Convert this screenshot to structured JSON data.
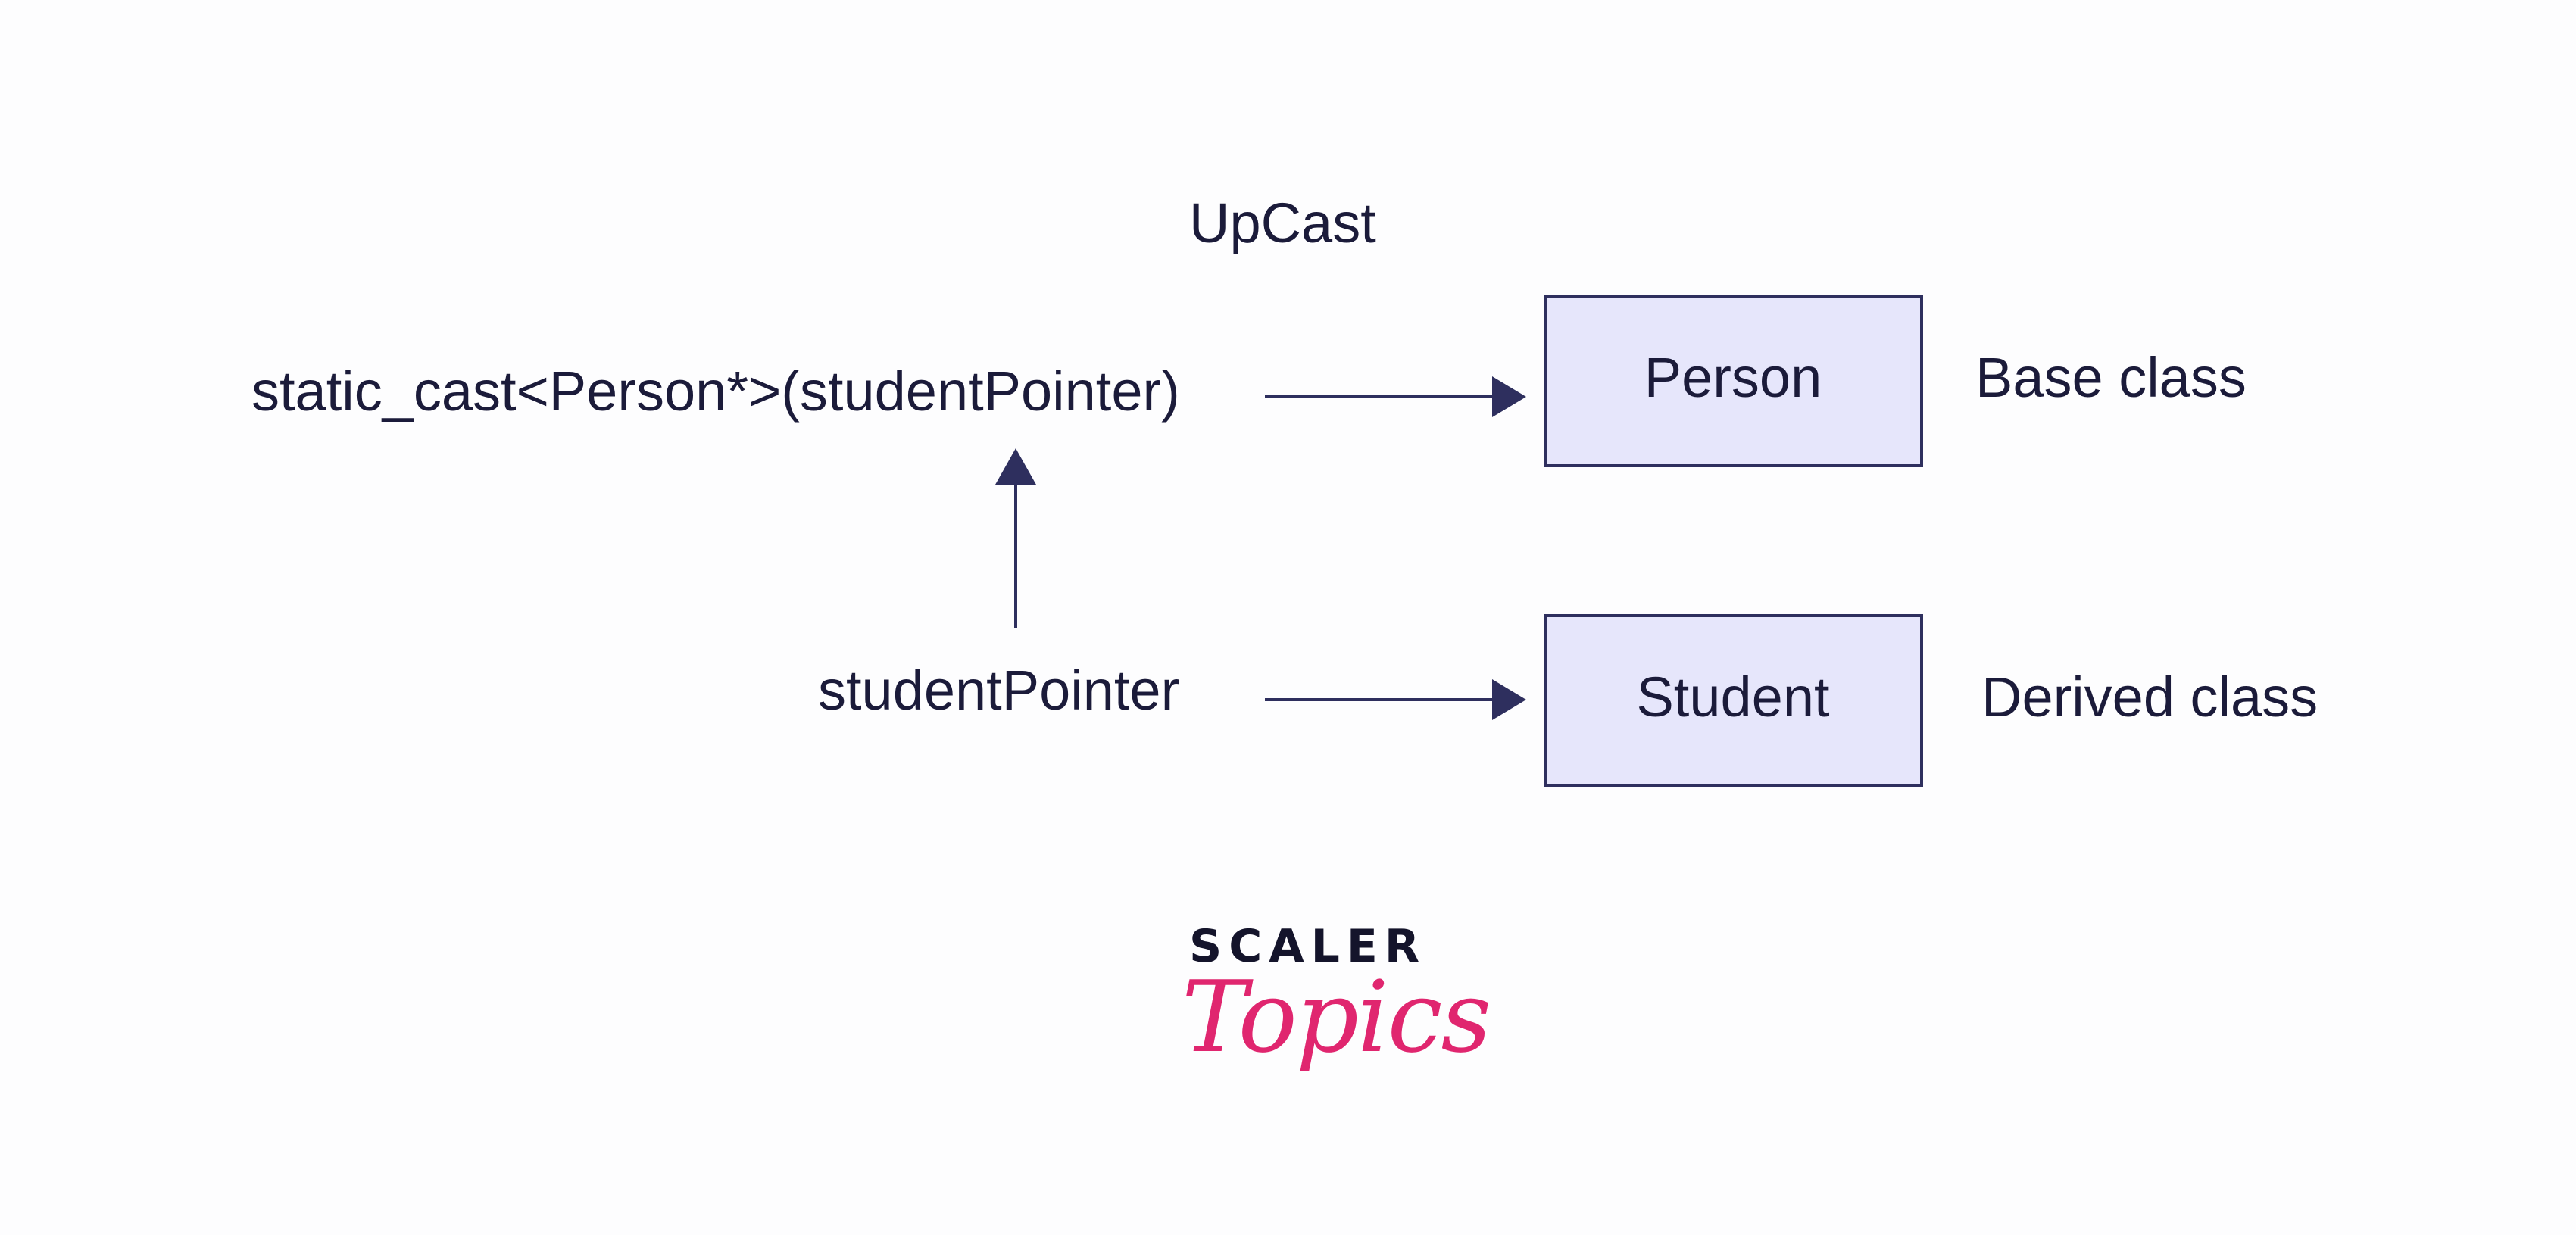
{
  "diagram": {
    "title": "UpCast",
    "cast_expression": "static_cast<Person*>(studentPointer)",
    "pointer_label": "studentPointer",
    "nodes": [
      {
        "id": "person",
        "label": "Person",
        "description": "Base class"
      },
      {
        "id": "student",
        "label": "Student",
        "description": "Derived class"
      }
    ],
    "edges": [
      {
        "from": "cast_expression",
        "to": "person"
      },
      {
        "from": "pointer_label",
        "to": "student"
      },
      {
        "from": "pointer_label",
        "to": "cast_expression"
      }
    ]
  },
  "brand": {
    "wordmark": "SCALER",
    "script": "Topics"
  },
  "colors": {
    "line": "#2e2f5e",
    "box_fill": "#e6e6fb",
    "box_stroke": "#2e2f5e",
    "text": "#1b1b3a",
    "brand_accent": "#e0266f"
  }
}
